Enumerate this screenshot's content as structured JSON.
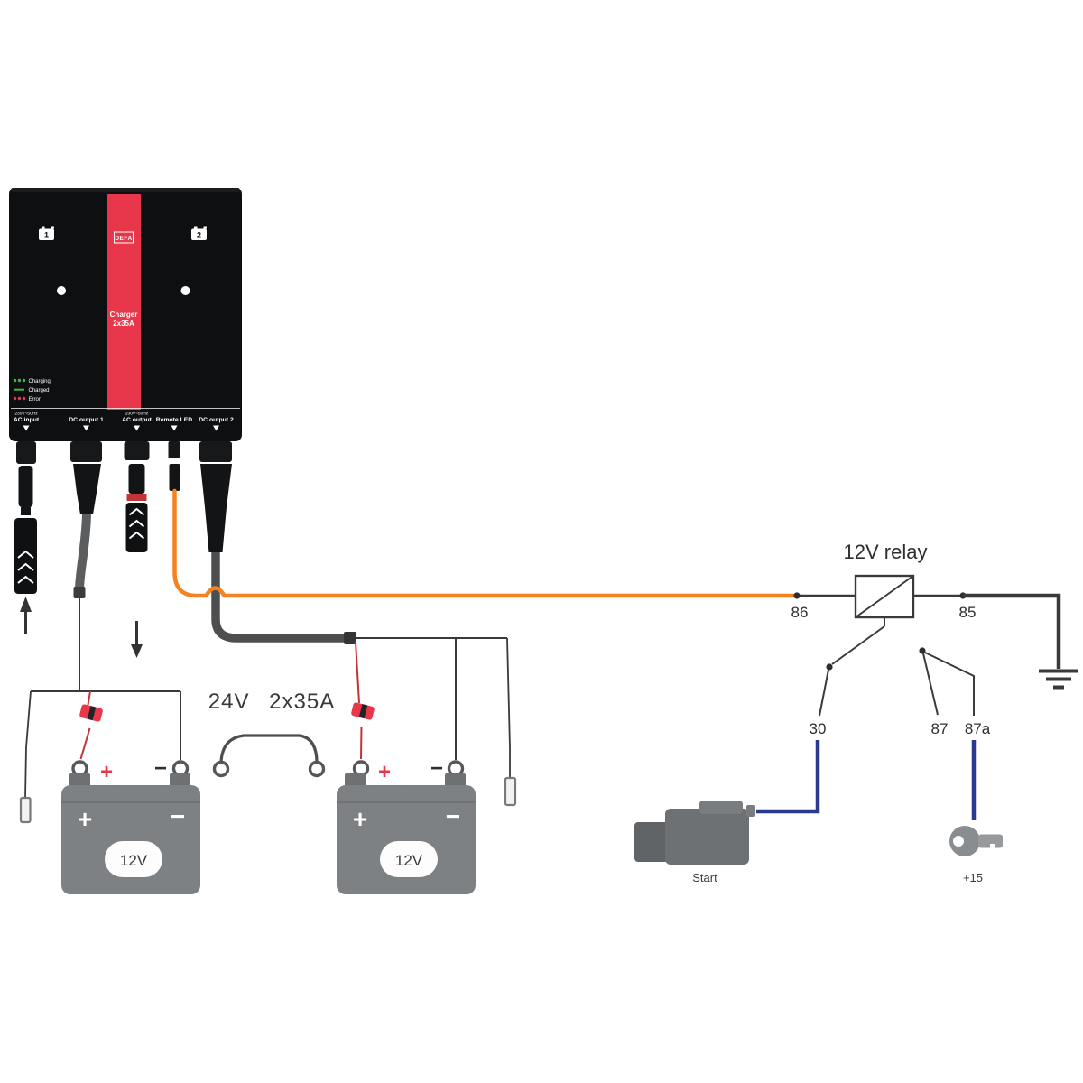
{
  "charger": {
    "brand": "DEFA",
    "model_line1": "Charger",
    "model_line2": "2x35A",
    "bay1_number": "1",
    "bay2_number": "2",
    "legend": {
      "charging": "Charging",
      "charged": "Charged",
      "error": "Error"
    },
    "ports": {
      "ac_input_voltage": "230V~50Hz",
      "ac_input": "AC input",
      "dc_output_1": "DC output 1",
      "ac_output_voltage": "230V~50Hz",
      "ac_output": "AC output",
      "remote_led": "Remote LED",
      "dc_output_2": "DC output 2"
    }
  },
  "system": {
    "series_label": "24V 2x35A"
  },
  "battery1": {
    "voltage": "12V",
    "plus": "+",
    "minus": "−"
  },
  "battery2": {
    "voltage": "12V",
    "plus": "+",
    "minus": "−"
  },
  "relay": {
    "title": "12V relay",
    "t86": "86",
    "t85": "85",
    "t30": "30",
    "t87": "87",
    "t87a": "87a"
  },
  "starter": {
    "label": "Start"
  },
  "ignition": {
    "label": "+15"
  },
  "colors": {
    "brand_red": "#E8374A",
    "remote_wire_orange": "#F58220",
    "dc_wire_blue": "#2B3990",
    "led_green": "#3DB54A",
    "wire_dark": "#3A3A3C",
    "battery_gray": "#7E8184"
  }
}
